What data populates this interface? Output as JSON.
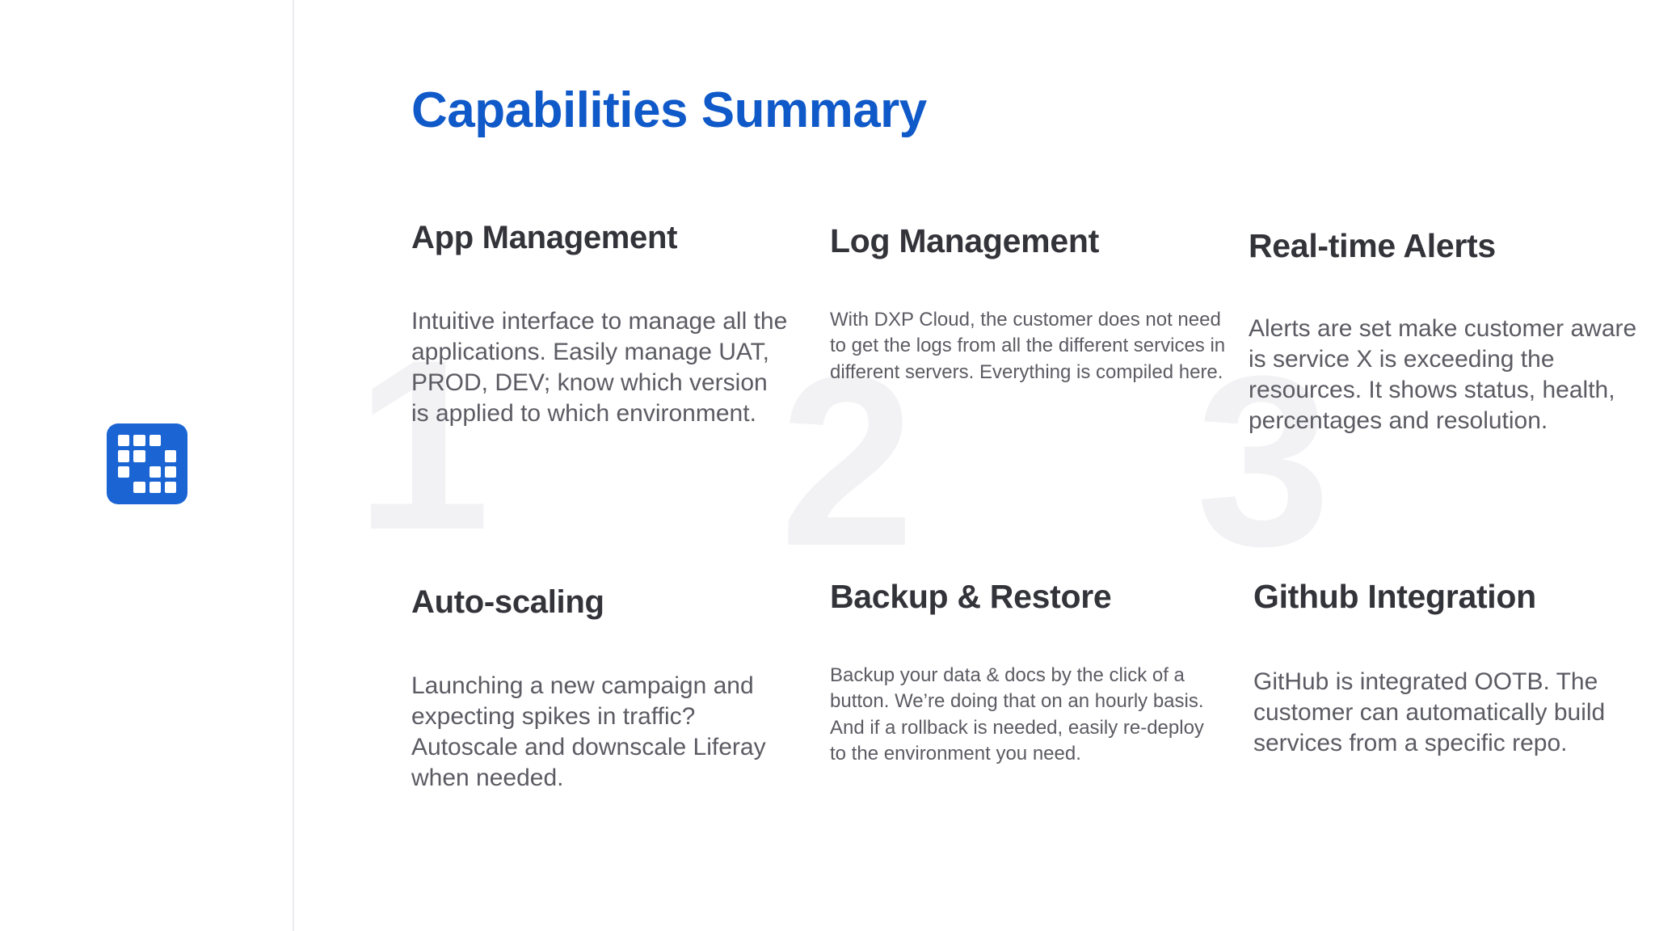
{
  "slide": {
    "title": "Capabilities Summary",
    "title_color": "#1059c9",
    "heading_color": "#33333a",
    "body_color": "#5b5b63",
    "background": "#ffffff",
    "divider_color": "#eceaef",
    "watermark_color": "#f2f2f4"
  },
  "brand": {
    "logo_name": "liferay-logo",
    "logo_background": "#1a64d4",
    "logo_tile_color": "#ffffff",
    "logo_grid": [
      [
        1,
        1,
        1,
        0
      ],
      [
        1,
        1,
        0,
        1
      ],
      [
        1,
        0,
        1,
        1
      ],
      [
        0,
        1,
        1,
        1
      ]
    ]
  },
  "watermarks": [
    {
      "label": "1"
    },
    {
      "label": "2"
    },
    {
      "label": "3"
    }
  ],
  "cards": [
    {
      "heading": "App Management",
      "body": "Intuitive interface to manage all the applications. Easily manage UAT, PROD, DEV; know which version is applied to which environment."
    },
    {
      "heading": "Log Management",
      "body": "With DXP Cloud, the customer does not need to get the logs from all the different services in different servers. Everything is compiled here."
    },
    {
      "heading": "Real-time Alerts",
      "body": "Alerts are set make customer aware is service X is exceeding the resources. It shows status, health, percentages and resolution."
    },
    {
      "heading": "Auto-scaling",
      "body": "Launching a new campaign and expecting spikes in traffic? Autoscale and downscale Liferay when needed."
    },
    {
      "heading": "Backup & Restore",
      "body": "Backup your data & docs by the click of a button. We’re doing that on an hourly basis. And if a rollback is needed, easily re-deploy to the environment you need."
    },
    {
      "heading": "Github Integration",
      "body": "GitHub is integrated OOTB. The customer can automatically build services from a specific repo."
    }
  ]
}
